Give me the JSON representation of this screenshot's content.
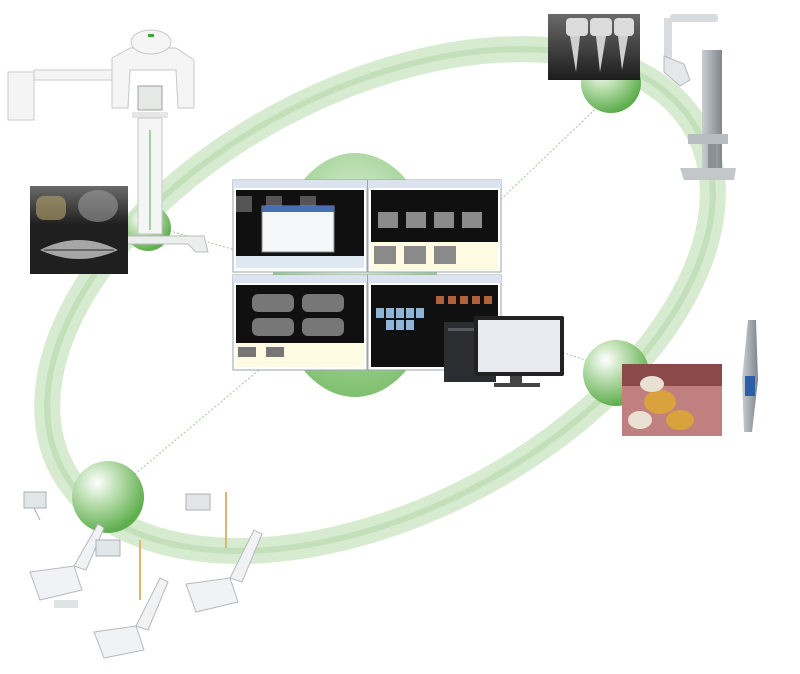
{
  "colors": {
    "background": "#ffffff",
    "orbit_ring": "#cfe6c8",
    "orbit_ring_dark": "#a9d19e",
    "node_sphere": "#7fbf6e",
    "hub_blob": "#8ecf80",
    "connector": "#8bbf86",
    "screen_dark": "#111111",
    "screen_panel": "#fffbe6",
    "device_white": "#f2f4f2",
    "device_metal": "#9aa0a6"
  },
  "diagram": {
    "hub": "network-workstation",
    "nodes": [
      "panoramic-cephalometric-xray-unit",
      "intraoral-xray-unit",
      "intraoral-camera",
      "dental-chair-workstations"
    ]
  },
  "icons": {
    "hub_monitors": "software-monitor-icon",
    "computer": "pc-tower-monitor-icon",
    "pan_ceph": "panoramic-xray-icon",
    "intraoral_xray": "intraoral-xray-icon",
    "camera": "intraoral-camera-icon",
    "chairs": "dental-chair-icon"
  }
}
